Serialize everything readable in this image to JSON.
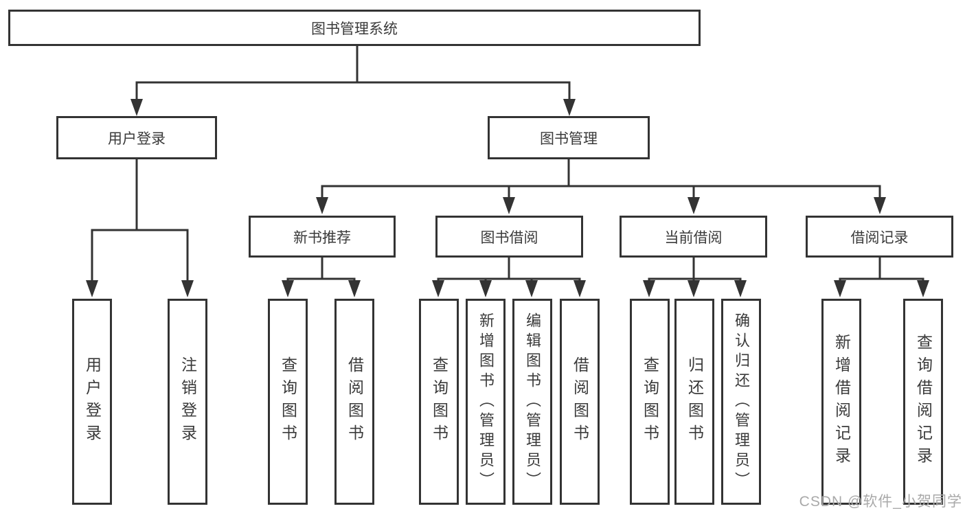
{
  "diagram": {
    "root": {
      "label": "图书管理系统"
    },
    "level2": {
      "user_login": {
        "label": "用户登录"
      },
      "book_management": {
        "label": "图书管理"
      }
    },
    "level3": {
      "new_book_recommend": {
        "label": "新书推荐"
      },
      "book_borrow": {
        "label": "图书借阅"
      },
      "current_borrow": {
        "label": "当前借阅"
      },
      "borrow_records": {
        "label": "借阅记录"
      }
    },
    "level4": {
      "login_user_login": {
        "label": "用户登录"
      },
      "login_logout": {
        "label": "注销登录"
      },
      "recommend_query_books": {
        "label": "查询图书"
      },
      "recommend_borrow_books": {
        "label": "借阅图书"
      },
      "borrow_query_books": {
        "label": "查询图书"
      },
      "borrow_add_books_admin": {
        "label": "新增图书（管理员）"
      },
      "borrow_edit_books_admin": {
        "label": "编辑图书（管理员）"
      },
      "borrow_borrow_books": {
        "label": "借阅图书"
      },
      "current_query_books": {
        "label": "查询图书"
      },
      "current_return_books": {
        "label": "归还图书"
      },
      "current_confirm_return_admin": {
        "label": "确认归还（管理员）"
      },
      "records_add_borrow_record": {
        "label": "新增借阅记录"
      },
      "records_query_borrow_record": {
        "label": "查询借阅记录"
      }
    }
  },
  "watermark": {
    "text": "CSDN @软件_小贺同学"
  },
  "colors": {
    "line": "#333333",
    "box_border": "#333333",
    "text": "#3a3a3a",
    "watermark": "#a9a9a9",
    "background": "#ffffff"
  }
}
